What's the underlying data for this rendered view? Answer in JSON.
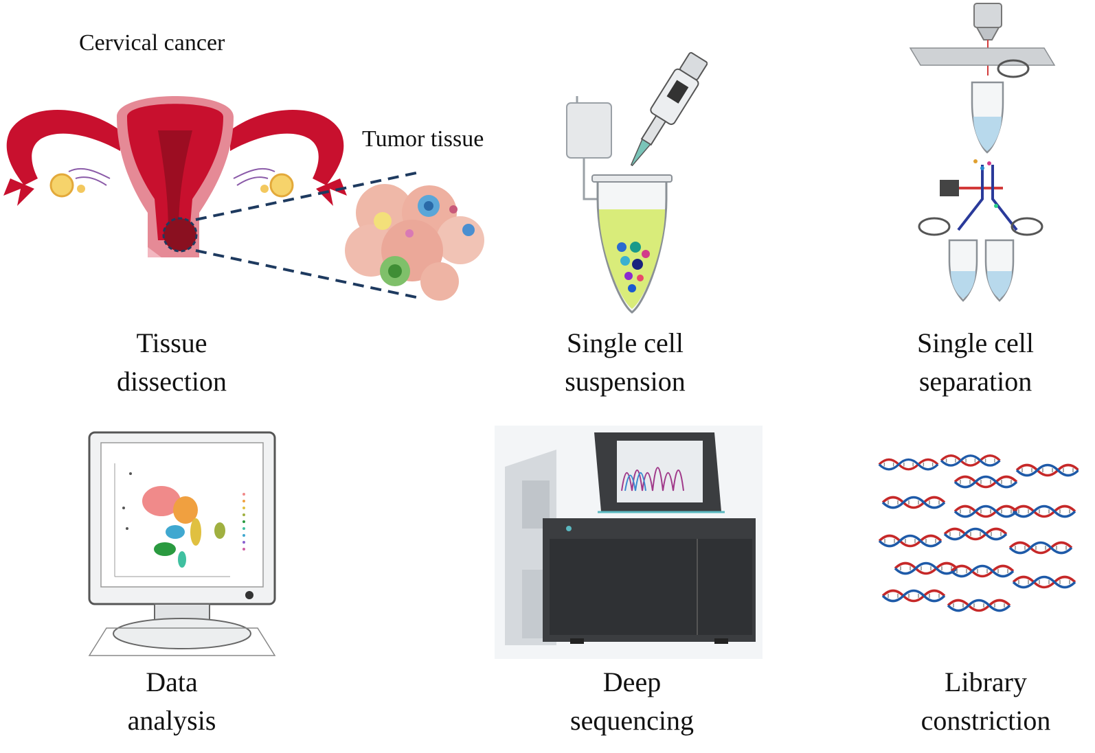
{
  "figure": {
    "steps": [
      {
        "id": "tissue",
        "line1": "Tissue",
        "line2": "dissection"
      },
      {
        "id": "suspension",
        "line1": "Single cell",
        "line2": "suspension"
      },
      {
        "id": "separation",
        "line1": "Single cell",
        "line2": "separation"
      },
      {
        "id": "analysis",
        "line1": "Data",
        "line2": "analysis"
      },
      {
        "id": "sequencing",
        "line1": "Deep",
        "line2": "sequencing"
      },
      {
        "id": "library",
        "line1": "Library",
        "line2": "constriction"
      }
    ],
    "labels": {
      "cervical_cancer": "Cervical cancer",
      "tumor_tissue": "Tumor tissue"
    },
    "colors": {
      "uterus": "#c8102e",
      "uterus_light": "#e58a96",
      "tube_liquid": "#d9ec7a",
      "screen_bg": "#e9ecef",
      "sequencer_dark": "#3b3d40",
      "dna_red": "#c62828",
      "dna_blue": "#1e5aa8"
    }
  }
}
